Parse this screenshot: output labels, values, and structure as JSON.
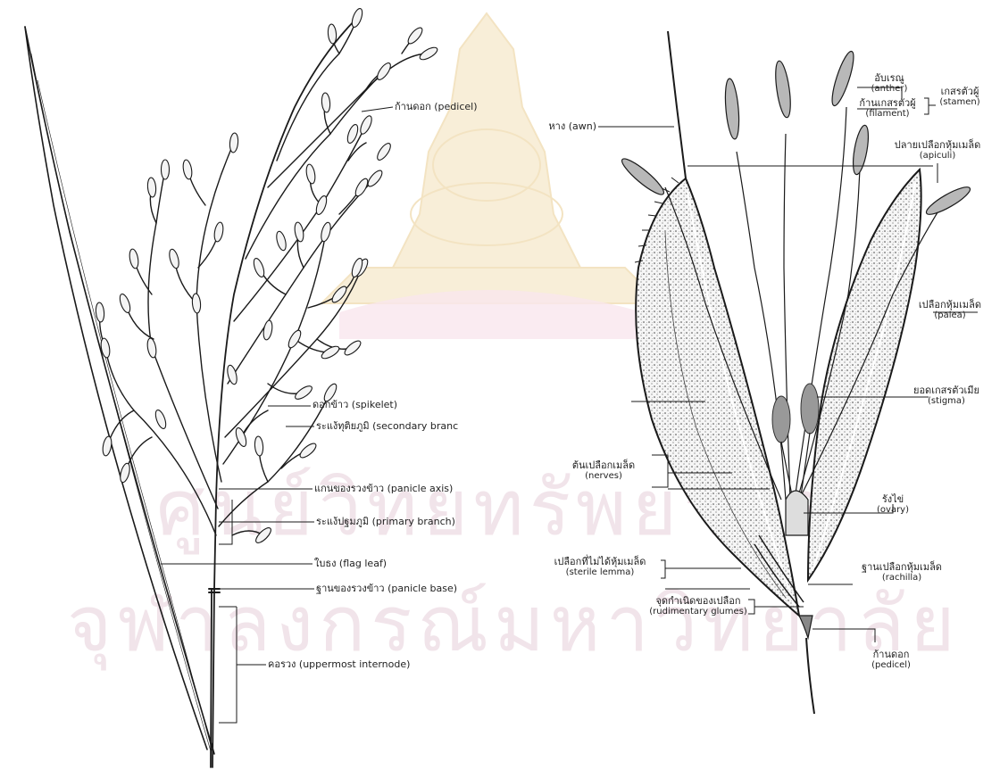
{
  "watermark": {
    "line1": "ศูนย์วิทยทรัพยากร",
    "line2": "จุฬาลงกรณ์มหาวิทยาลัย"
  },
  "left_labels": {
    "pedicel": "ก้านดอก (pedicel)",
    "spikelet": "ดอกข้าว (spikelet)",
    "secondary_branch": "ระแง้ทุติยภูมิ (secondary branc",
    "panicle_axis": "แกนของรวงข้าว (panicle axis)",
    "primary_branch": "ระแง้ปฐมภูมิ (primary branch)",
    "flag_leaf": "ใบธง (flag leaf)",
    "panicle_base": "ฐานของรวงข้าว (panicle base)",
    "uppermost_internode": "คอรวง (uppermost internode)"
  },
  "right_labels": {
    "anther_th": "อับเรณู",
    "anther_en": "(anther)",
    "filament_th": "ก้านเกสรตัวผู้",
    "filament_en": "(filament)",
    "stamen_th": "เกสรตัวผู้",
    "stamen_en": "(stamen)",
    "awn": "หาง (awn)",
    "apiculi_th": "ปลายเปลือกหุ้มเมล็ด",
    "apiculi_en": "(apiculi)",
    "palea_th": "เปลือกหุ้มเมล็ด",
    "palea_en": "(palea)",
    "stigma_th": "ยอดเกสรตัวเมีย",
    "stigma_en": "(stigma)",
    "nerves_th": "ต้นเปลือกเมล็ด",
    "nerves_en": "(nerves)",
    "ovary_th": "รังไข่",
    "ovary_en": "(ovary)",
    "sterile_th": "เปลือกที่ไม่ได้หุ้มเมล็ด",
    "sterile_en": "(sterile lemma)",
    "rachilla_th": "ฐานเปลือกหุ้มเมล็ด",
    "rachilla_en": "(rachilla)",
    "glumes_th": "จุดกำเนิดของเปลือก",
    "glumes_en": "(rudimentary glumes)",
    "pedicel_th": "ก้านดอก",
    "pedicel_en": "(pedicel)"
  },
  "colors": {
    "ink": "#1a1a1a",
    "watermark": "#f1e4ea",
    "watermark_gold": "#f6e7c8"
  }
}
